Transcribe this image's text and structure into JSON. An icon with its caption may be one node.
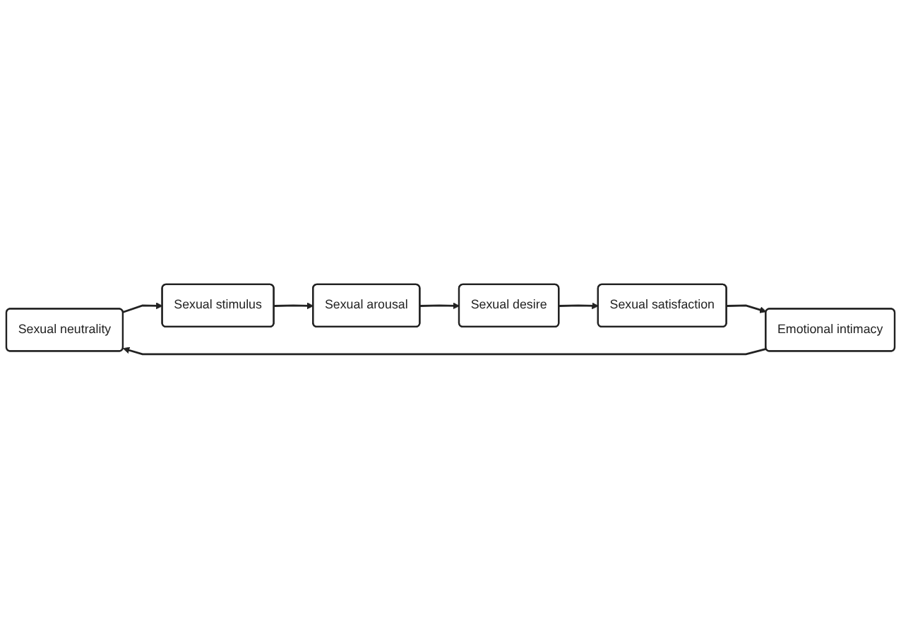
{
  "diagram": {
    "nodes": [
      {
        "text": [
          "Sexual neutrality"
        ]
      },
      {
        "text": [
          "Sexual stimulus"
        ]
      },
      {
        "text": [
          "Sexual arousal"
        ]
      },
      {
        "text": [
          "Sexual desire"
        ]
      },
      {
        "text": [
          "Sexual satisfaction"
        ]
      },
      {
        "text": [
          "Emotional intimacy"
        ]
      }
    ],
    "edges": [
      {
        "from": 0,
        "to": 1,
        "arrow": "to"
      },
      {
        "from": 1,
        "to": 2,
        "arrow": "to"
      },
      {
        "from": 2,
        "to": 3,
        "arrow": "to"
      },
      {
        "from": 3,
        "to": 4,
        "arrow": "to"
      },
      {
        "from": 4,
        "to": 5,
        "arrow": "to"
      },
      {
        "from": 5,
        "to": 0,
        "arrow": "to"
      }
    ]
  }
}
